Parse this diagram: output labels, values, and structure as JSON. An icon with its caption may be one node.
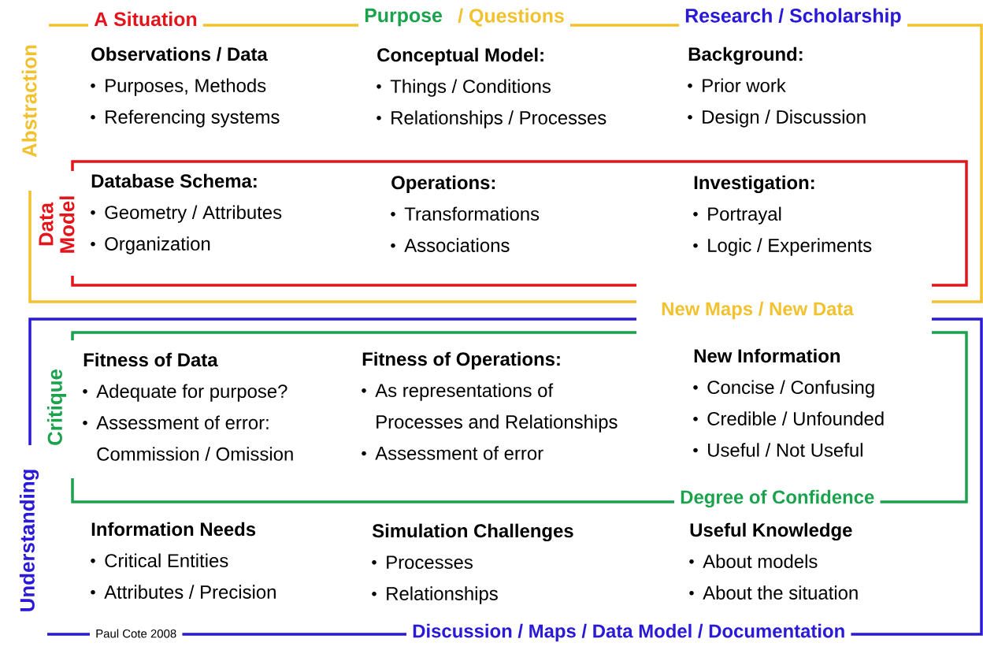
{
  "diagram": {
    "nodes": [
      {
        "text": [
          "Abstraction"
        ]
      },
      {
        "text": [
          "Observations / Data",
          "Purposes, Methods",
          "Referencing systems"
        ],
        "in": 0
      },
      {
        "text": [
          "Conceptual Model:",
          "Things / Conditions",
          "Relationships / Processes"
        ],
        "in": 0
      },
      {
        "text": [
          "Background:",
          "Prior work",
          "Design / Discussion"
        ],
        "in": 0
      },
      {
        "text": [
          "Data Model"
        ],
        "in": 0
      },
      {
        "text": [
          "Database Schema:",
          "Geometry / Attributes",
          "Organization"
        ],
        "in": 4
      },
      {
        "text": [
          "Operations:",
          "Transformations",
          "Associations"
        ],
        "in": 4
      },
      {
        "text": [
          "Investigation:",
          "Portrayal",
          "Logic / Experiments"
        ],
        "in": 4
      },
      {
        "text": [
          "Understanding"
        ]
      },
      {
        "text": [
          "Critique"
        ],
        "in": 8
      },
      {
        "text": [
          "Fitness of Data",
          "Adequate for purpose?",
          "Assessment of error: Commission / Omission"
        ],
        "in": 9
      },
      {
        "text": [
          "Fitness of Operations:",
          "As representations of Processes and Relationships",
          "Assessment of error"
        ],
        "in": 9
      },
      {
        "text": [
          "New Information",
          "Concise / Confusing",
          "Credible / Unfounded",
          "Useful / Not Useful"
        ],
        "in": 9
      },
      {
        "text": [
          "Information Needs",
          "Critical Entities",
          "Attributes / Precision"
        ],
        "in": 8
      },
      {
        "text": [
          "Simulation Challenges",
          "Processes",
          "Relationships"
        ],
        "in": 8
      },
      {
        "text": [
          "Useful Knowledge",
          "About models",
          "About the situation"
        ],
        "in": 8
      }
    ],
    "labels": [
      "A Situation",
      "Purpose",
      "/ Questions",
      "Research / Scholarship",
      "New Maps / New Data",
      "Degree of Confidence",
      "Paul Cote 2008",
      "Discussion / Maps / Data Model / Documentation"
    ]
  }
}
